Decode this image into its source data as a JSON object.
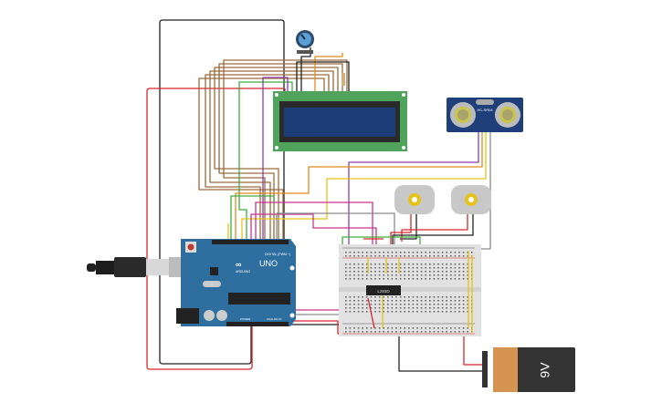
{
  "arduino": {
    "brand": "ARDUINO",
    "model": "UNO",
    "digital_label": "DIGITAL (PWM ~)",
    "power_label": "POWER",
    "analog_label": "ANALOG IN",
    "color": "#2f6f9f"
  },
  "lcd": {
    "board_color": "#4fa35a",
    "screen_color": "#1d3d78"
  },
  "sensor": {
    "label": "HC-SR04",
    "color": "#1e3f7a"
  },
  "driver": {
    "label": "L293D"
  },
  "battery": {
    "label": "9V",
    "color": "#d59352"
  },
  "components": [
    "potentiometer",
    "lcd-16x2",
    "ultrasonic-sensor",
    "dc-motor",
    "dc-motor",
    "arduino-uno",
    "breadboard",
    "l293d",
    "9v-battery"
  ],
  "wire_colors": {
    "brown": "#9a6a3a",
    "red": "#d9262b",
    "black": "#222222",
    "green": "#3fae3f",
    "yellow": "#e6c21a",
    "orange": "#e08a1e",
    "magenta": "#c8358f",
    "purple": "#8a3fb0",
    "gray": "#8c8c8c"
  }
}
